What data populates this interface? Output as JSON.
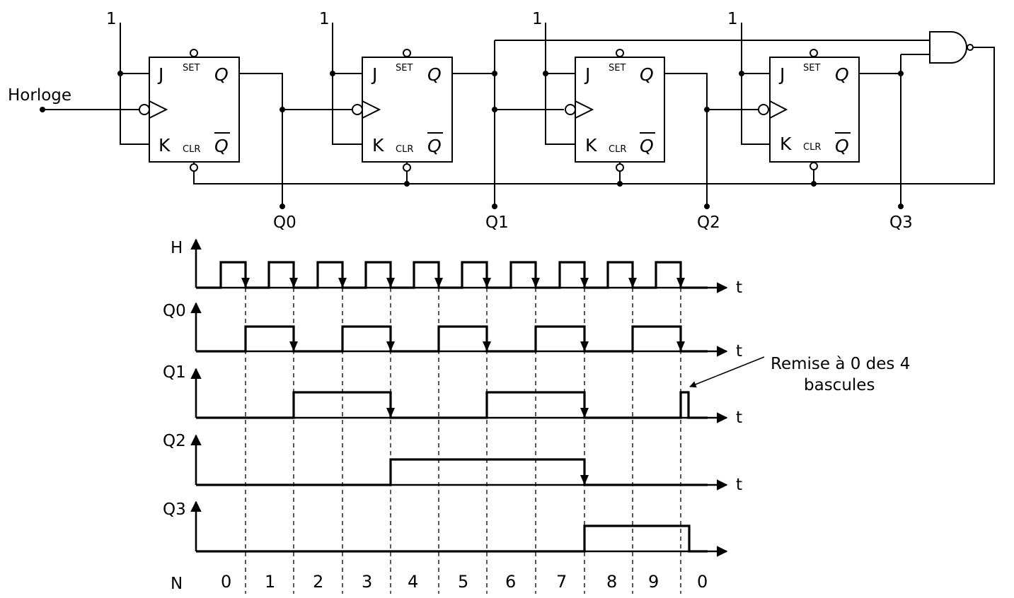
{
  "circuit": {
    "clock_label": "Horloge",
    "logic_one": "1",
    "flipflops": [
      {
        "j": "J",
        "k": "K",
        "set": "SET",
        "clr": "CLR",
        "q": "Q",
        "qbar": "Q"
      },
      {
        "j": "J",
        "k": "K",
        "set": "SET",
        "clr": "CLR",
        "q": "Q",
        "qbar": "Q"
      },
      {
        "j": "J",
        "k": "K",
        "set": "SET",
        "clr": "CLR",
        "q": "Q",
        "qbar": "Q"
      },
      {
        "j": "J",
        "k": "K",
        "set": "SET",
        "clr": "CLR",
        "q": "Q",
        "qbar": "Q"
      }
    ],
    "outputs": [
      "Q0",
      "Q1",
      "Q2",
      "Q3"
    ]
  },
  "timing": {
    "signals": [
      "H",
      "Q0",
      "Q1",
      "Q2",
      "Q3"
    ],
    "time_label": "t",
    "n_label": "N",
    "counts": [
      "0",
      "1",
      "2",
      "3",
      "4",
      "5",
      "6",
      "7",
      "8",
      "9",
      "0"
    ],
    "annotation_line1": "Remise à 0 des 4",
    "annotation_line2": "bascules"
  }
}
